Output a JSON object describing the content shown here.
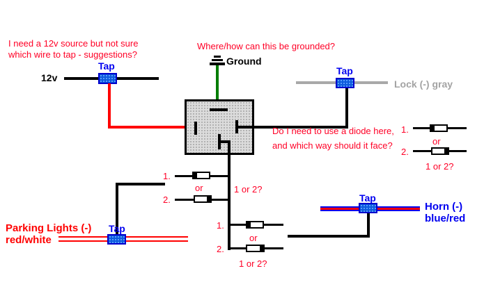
{
  "questions": {
    "source_line1": "I need a 12v source but not sure",
    "source_line2": "which wire to tap - suggestions?",
    "ground": "Where/how can this be grounded?",
    "diode_line1": "Do I need to use a diode here,",
    "diode_line2": "and which way should it face?"
  },
  "labels": {
    "supply": "12v",
    "ground": "Ground",
    "lock": "Lock (-) gray",
    "horn_name": "Horn (-)",
    "horn_color": "blue/red",
    "parking_name": "Parking Lights (-)",
    "parking_color": "red/white",
    "tap": "Tap"
  },
  "diode_options": {
    "opt1": "1.",
    "opt2": "2.",
    "or": "or",
    "question": "1 or 2?"
  },
  "colors": {
    "wire_red": "#ff0000",
    "wire_green": "#007d00",
    "wire_gray": "#a8a8a8",
    "wire_blue": "#0000ee",
    "tap_fill": "#0c5bdd",
    "tap_border": "#0000cc",
    "text_red": "#ff0026",
    "text_blue": "#0000f0",
    "text_gray": "#a3a3a3"
  }
}
